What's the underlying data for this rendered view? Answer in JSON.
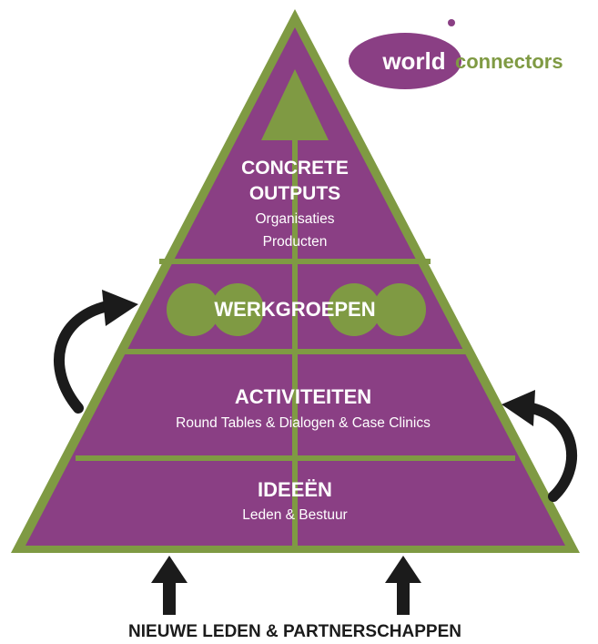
{
  "logo": {
    "word_1": "world",
    "word_2": "connectors"
  },
  "levels": {
    "top": {
      "title_line_1": "CONCRETE",
      "title_line_2": "OUTPUTS",
      "sub_line_1": "Organisaties",
      "sub_line_2": "Producten"
    },
    "second": {
      "title": "WERKGROEPEN"
    },
    "third": {
      "title": "ACTIVITEITEN",
      "subtitle": "Round Tables &  Dialogen & Case Clinics"
    },
    "bottom": {
      "title": "IDEEËN",
      "subtitle": "Leden & Bestuur"
    }
  },
  "caption": "NIEUWE LEDEN & PARTNERSCHAPPEN",
  "colors": {
    "purple": "#8a3f84",
    "olive": "#7f9a43",
    "dark": "#1b1b1b",
    "white": "#ffffff"
  }
}
